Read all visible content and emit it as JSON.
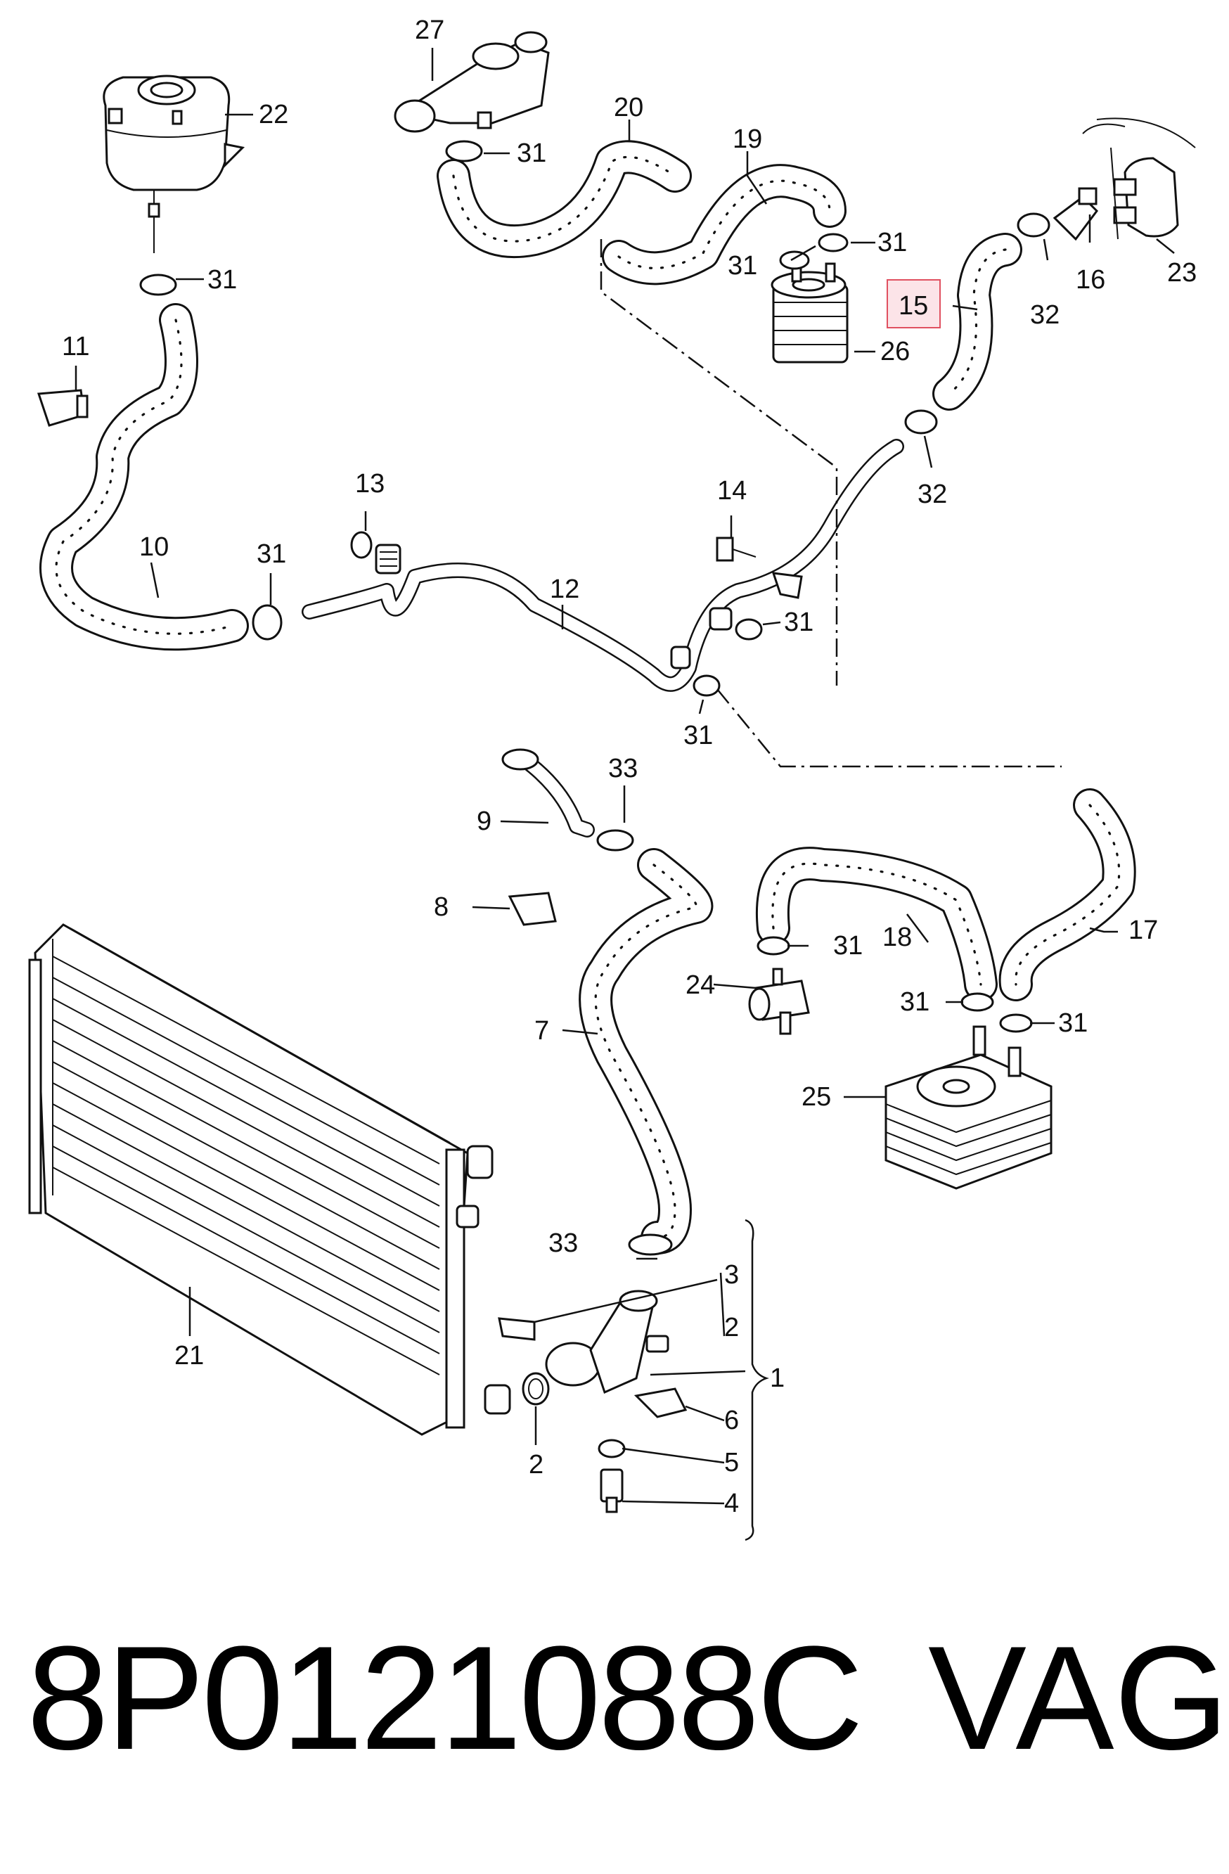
{
  "callouts": {
    "c1": "1",
    "c2a": "2",
    "c2b": "2",
    "c3": "3",
    "c4": "4",
    "c5": "5",
    "c6": "6",
    "c7": "7",
    "c8": "8",
    "c9": "9",
    "c10": "10",
    "c11": "11",
    "c12": "12",
    "c13": "13",
    "c14": "14",
    "c15": "15",
    "c16": "16",
    "c17": "17",
    "c18": "18",
    "c19": "19",
    "c20": "20",
    "c21": "21",
    "c22": "22",
    "c23": "23",
    "c24": "24",
    "c25": "25",
    "c26": "26",
    "c27": "27",
    "c31": "31",
    "c32": "32",
    "c33": "33"
  },
  "highlighted_callout": "15",
  "highlight_color": "#e05060",
  "footer": {
    "part_number": "8P0121088C",
    "brand": "VAG"
  }
}
